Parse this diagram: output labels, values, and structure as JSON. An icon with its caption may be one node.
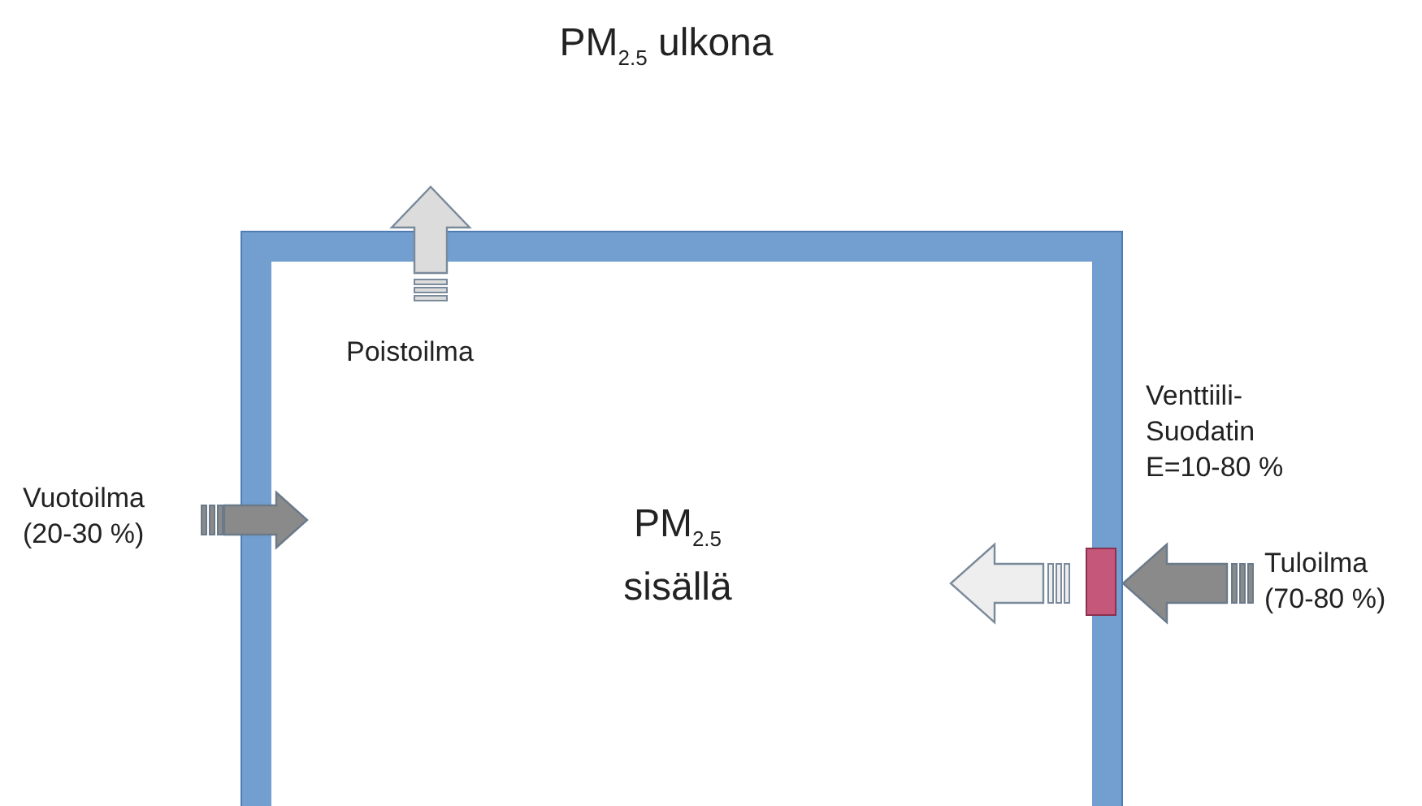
{
  "diagram": {
    "nodes": [
      {
        "text": [
          "PM$_{2.5}$ sisällä"
        ]
      },
      {
        "text": [],
        "shape": "box",
        "in": 0
      }
    ],
    "labels": [
      "PM$_{2.5}$ ulkona",
      "Poistoilma",
      "Vuotoilma (20-30 %)",
      "Venttiili- Suodatin E=10-80 %",
      "Tuloilma (70-80 %)"
    ]
  }
}
